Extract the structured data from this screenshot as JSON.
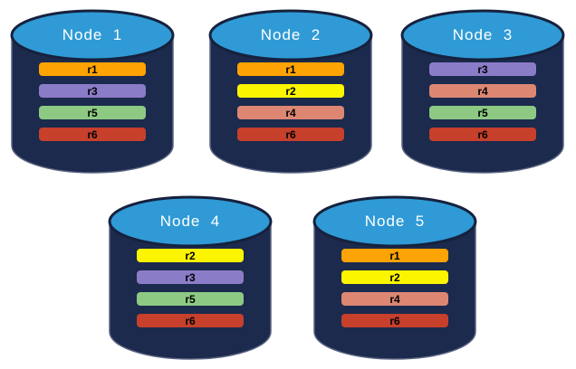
{
  "diagram": {
    "background_color": "#ffffff",
    "cylinder": {
      "body_color": "#1b2a4d",
      "body_edge_color": "#5a6480",
      "top_color": "#2f9ad5",
      "top_outline_color": "#16213d",
      "title_color": "#ffffff",
      "bar_text_color": "#000000"
    },
    "replica_colors": {
      "r1": "#fda303",
      "r2": "#fcf500",
      "r3": "#8b7cc8",
      "r4": "#dd8773",
      "r5": "#8dc983",
      "r6": "#c6402c"
    },
    "nodes": [
      {
        "title": "Node  1",
        "replicas": [
          "r1",
          "r3",
          "r5",
          "r6"
        ]
      },
      {
        "title": "Node  2",
        "replicas": [
          "r1",
          "r2",
          "r4",
          "r6"
        ]
      },
      {
        "title": "Node  3",
        "replicas": [
          "r3",
          "r4",
          "r5",
          "r6"
        ]
      },
      {
        "title": "Node  4",
        "replicas": [
          "r2",
          "r3",
          "r5",
          "r6"
        ]
      },
      {
        "title": "Node  5",
        "replicas": [
          "r1",
          "r2",
          "r4",
          "r6"
        ]
      }
    ]
  }
}
